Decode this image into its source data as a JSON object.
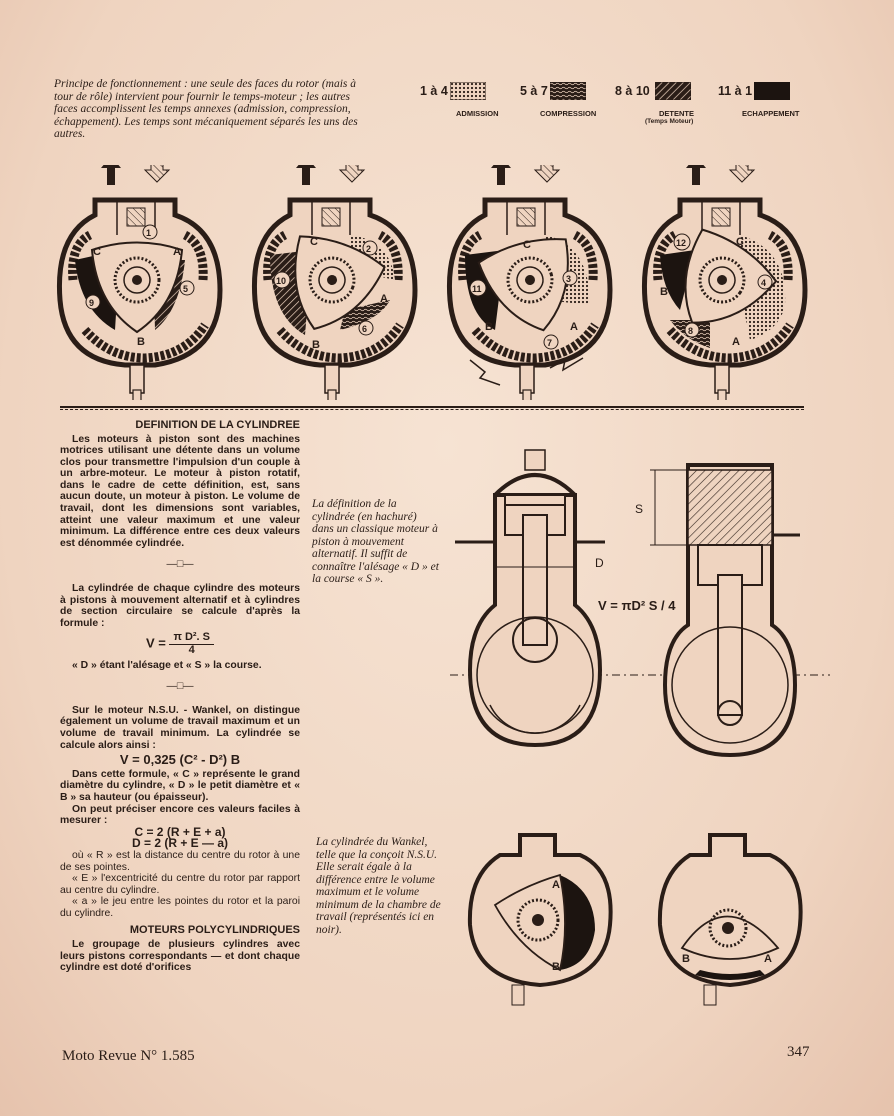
{
  "intro": "Principe de fonctionnement : une seule des faces du rotor (mais à tour de rôle) intervient pour fournir le temps-moteur ; les autres faces accomplissent les temps annexes (admission, compression, échappement). Les temps sont mécaniquement séparés les uns des autres.",
  "legend": {
    "admission": {
      "range": "1 à 4",
      "label": "ADMISSION"
    },
    "compression": {
      "range": "5 à 7",
      "label": "COMPRESSION"
    },
    "detente": {
      "range": "8 à 10",
      "label": "DETENTE",
      "sub": "(Temps Moteur)"
    },
    "echappement": {
      "range": "11 à 1",
      "label": "ECHAPPEMENT"
    }
  },
  "diagram_labels": {
    "fig1": {
      "chambers": [
        "1",
        "9",
        "5"
      ],
      "tips": [
        "C",
        "A",
        "B"
      ]
    },
    "fig2": {
      "chambers": [
        "2",
        "10",
        "6"
      ],
      "tips": [
        "C",
        "A",
        "B"
      ]
    },
    "fig3": {
      "chambers": [
        "3",
        "11",
        "7"
      ],
      "tips": [
        "C",
        "B",
        "A"
      ]
    },
    "fig4": {
      "chambers": [
        "4",
        "12",
        "8"
      ],
      "tips": [
        "C",
        "B",
        "A"
      ]
    },
    "mid_S": "S",
    "mid_D": "D",
    "mid_formula": "V = πD² S / 4",
    "bot_left": [
      "A",
      "B"
    ],
    "bot_right": [
      "B",
      "A"
    ]
  },
  "left_column": {
    "heading1": "DEFINITION DE LA CYLINDREE",
    "p1": "Les moteurs à piston sont des machines motrices utilisant une détente dans un volume clos pour transmettre l'impulsion d'un couple à un arbre-moteur. Le moteur à piston rotatif, dans le cadre de cette définition, est, sans aucun doute, un moteur à piston. Le volume de travail, dont les dimensions sont variables, atteint une valeur maximum et une valeur minimum. La différence entre ces deux valeurs est dénommée cylindrée.",
    "deco": "—□—",
    "p2": "La cylindrée de chaque cylindre des moteurs à pistons à mouvement alternatif et à cylindres de section circulaire se calcule d'après la formule :",
    "formula1_lhs": "V =",
    "formula1_num": "π D². S",
    "formula1_den": "4",
    "p3": "« D » étant l'alésage et « S » la course.",
    "p4": "Sur le moteur N.S.U. - Wankel, on distingue également un volume de travail maximum et un volume de travail minimum. La cylindrée se calcule alors ainsi :",
    "formula2": "V = 0,325 (C² - D²) B",
    "p5": "Dans cette formule, « C » représente le grand diamètre du cylindre, « D » le petit diamètre et « B » sa hauteur (ou épaisseur).",
    "p6": "On peut préciser encore ces valeurs faciles à mesurer :",
    "formula3": "C = 2 (R + E + a)",
    "formula4": "D = 2 (R + E — a)",
    "p7": "où « R » est la distance du centre du rotor à une de ses pointes.",
    "p8": "« E » l'excentricité du centre du rotor par rapport au centre du cylindre.",
    "p9": "« a » le jeu entre les pointes du rotor et la paroi du cylindre.",
    "heading2": "MOTEURS POLYCYLINDRIQUES",
    "p10": "Le groupage de plusieurs cylindres avec leurs pistons correspondants — et dont chaque cylindre est doté d'orifices"
  },
  "caption1": "La définition de la cylindrée (en hachuré) dans un classique moteur à piston à mouvement alternatif. Il suffit de connaître l'alésage « D » et la course « S ».",
  "caption2": "La cylindrée du Wankel, telle que la conçoit N.S.U. Elle serait égale à la différence entre le volume maximum et le volume minimum de la chambre de travail (représentés ici en noir).",
  "footer": {
    "left": "Moto Revue N° 1.585",
    "page": "347"
  }
}
